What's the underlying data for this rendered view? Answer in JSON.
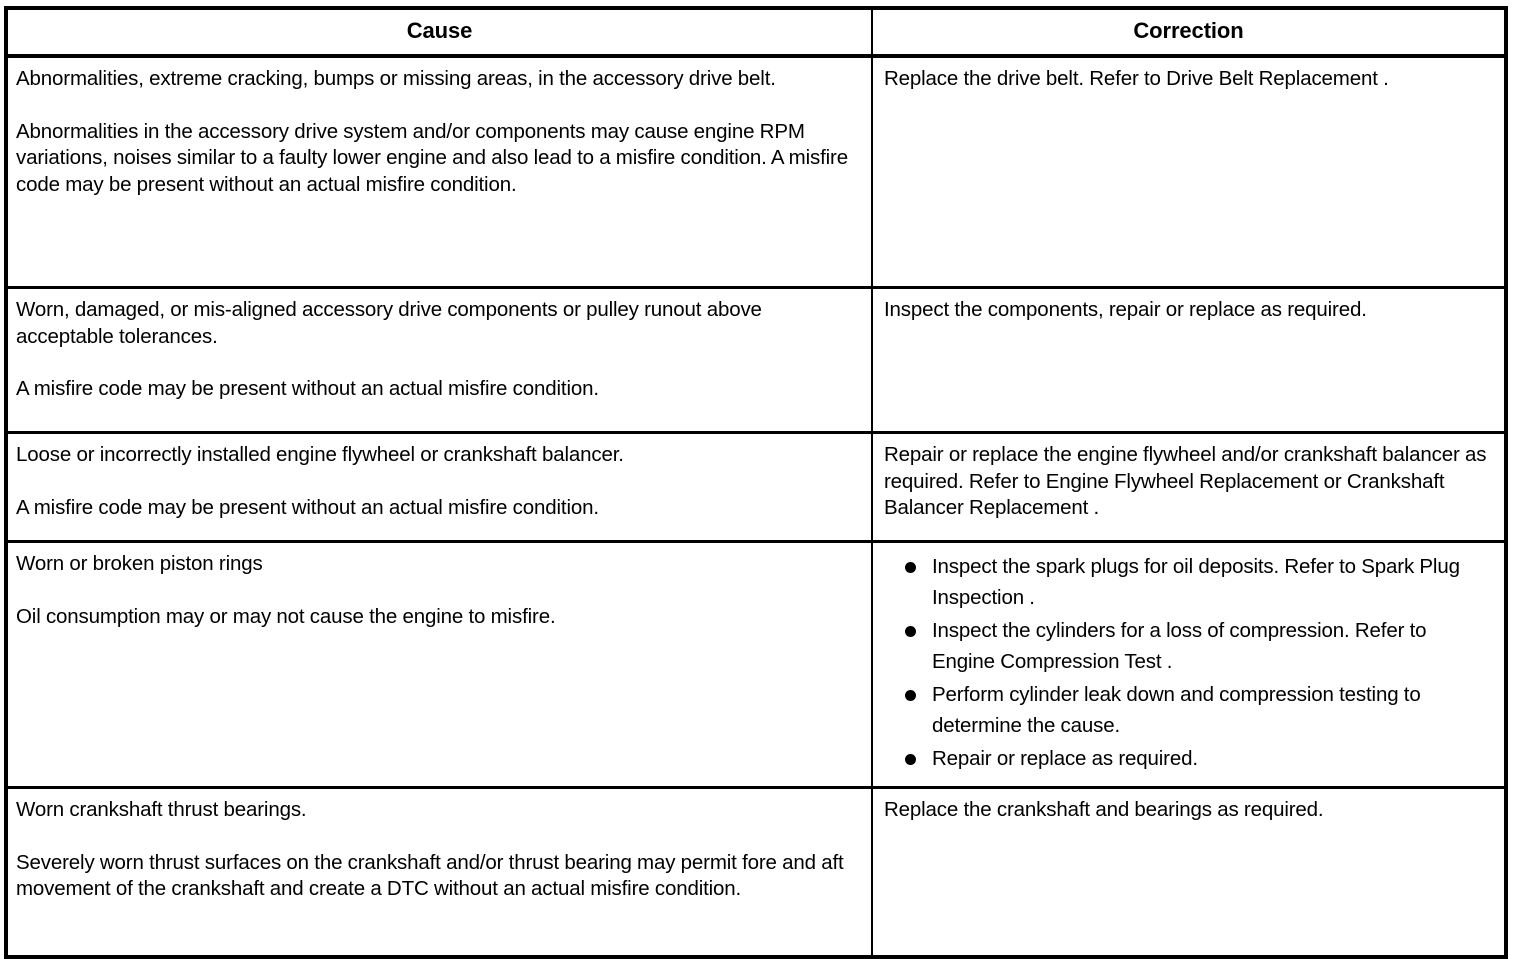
{
  "table": {
    "headers": {
      "cause": "Cause",
      "correction": "Correction"
    },
    "rows": [
      {
        "cause_paragraphs": [
          "Abnormalities, extreme cracking, bumps or missing areas, in the accessory drive belt.",
          "Abnormalities in the accessory drive system and/or components may cause engine RPM variations, noises similar to a faulty lower engine and also lead to a misfire condition. A misfire code may be present without an actual misfire condition."
        ],
        "correction_paragraphs": [
          "Replace the drive belt. Refer to Drive Belt Replacement ."
        ],
        "correction_bullets": []
      },
      {
        "cause_paragraphs": [
          "Worn, damaged, or mis-aligned accessory drive components or pulley runout above acceptable tolerances.",
          "A misfire code may be present without an actual misfire condition."
        ],
        "correction_paragraphs": [
          "Inspect the components, repair or replace as required."
        ],
        "correction_bullets": []
      },
      {
        "cause_paragraphs": [
          "Loose or incorrectly installed engine flywheel or crankshaft balancer.",
          "A misfire code may be present without an actual misfire condition."
        ],
        "correction_paragraphs": [
          "Repair or replace the engine flywheel and/or crankshaft balancer as required. Refer to Engine Flywheel Replacement or Crankshaft Balancer Replacement ."
        ],
        "correction_bullets": []
      },
      {
        "cause_paragraphs": [
          "Worn or broken piston rings",
          "Oil consumption may or may not cause the engine to misfire."
        ],
        "correction_paragraphs": [],
        "correction_bullets": [
          "Inspect the spark plugs for oil deposits. Refer to Spark Plug Inspection .",
          "Inspect the cylinders for a loss of compression. Refer to Engine Compression Test .",
          "Perform cylinder leak down and compression testing to determine the cause.",
          "Repair or replace as required."
        ]
      },
      {
        "cause_paragraphs": [
          "Worn crankshaft thrust bearings.",
          "Severely worn thrust surfaces on the crankshaft and/or thrust bearing may permit fore and aft movement of the crankshaft and create a DTC without an actual misfire condition."
        ],
        "correction_paragraphs": [
          "Replace the crankshaft and bearings as required."
        ],
        "correction_bullets": []
      }
    ]
  },
  "colors": {
    "border": "#000000",
    "text": "#000000",
    "background": "#ffffff"
  }
}
